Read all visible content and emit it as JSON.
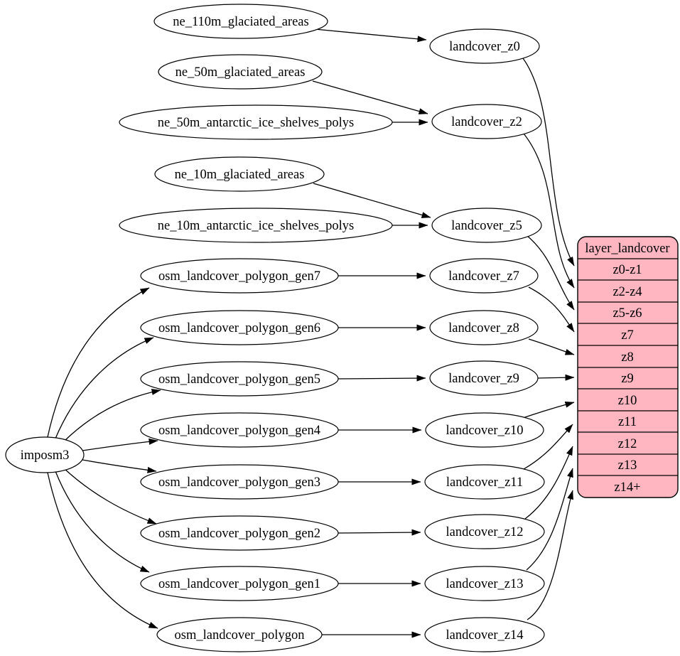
{
  "colors": {
    "table_fill": "#ffb6c1",
    "node_fill": "#ffffff",
    "line_color": "#000000"
  },
  "nodes": {
    "imposm3": "imposm3",
    "ne_110m_glaciated_areas": "ne_110m_glaciated_areas",
    "ne_50m_glaciated_areas": "ne_50m_glaciated_areas",
    "ne_50m_antarctic_ice_shelves_polys": "ne_50m_antarctic_ice_shelves_polys",
    "ne_10m_glaciated_areas": "ne_10m_glaciated_areas",
    "ne_10m_antarctic_ice_shelves_polys": "ne_10m_antarctic_ice_shelves_polys",
    "osm_landcover_polygon_gen7": "osm_landcover_polygon_gen7",
    "osm_landcover_polygon_gen6": "osm_landcover_polygon_gen6",
    "osm_landcover_polygon_gen5": "osm_landcover_polygon_gen5",
    "osm_landcover_polygon_gen4": "osm_landcover_polygon_gen4",
    "osm_landcover_polygon_gen3": "osm_landcover_polygon_gen3",
    "osm_landcover_polygon_gen2": "osm_landcover_polygon_gen2",
    "osm_landcover_polygon_gen1": "osm_landcover_polygon_gen1",
    "osm_landcover_polygon": "osm_landcover_polygon",
    "landcover_z0": "landcover_z0",
    "landcover_z2": "landcover_z2",
    "landcover_z5": "landcover_z5",
    "landcover_z7": "landcover_z7",
    "landcover_z8": "landcover_z8",
    "landcover_z9": "landcover_z9",
    "landcover_z10": "landcover_z10",
    "landcover_z11": "landcover_z11",
    "landcover_z12": "landcover_z12",
    "landcover_z13": "landcover_z13",
    "landcover_z14": "landcover_z14"
  },
  "table": {
    "title": "layer_landcover",
    "rows": [
      "z0-z1",
      "z2-z4",
      "z5-z6",
      "z7",
      "z8",
      "z9",
      "z10",
      "z11",
      "z12",
      "z13",
      "z14+"
    ]
  },
  "edges": [
    {
      "from": "imposm3",
      "to": "osm_landcover_polygon_gen7"
    },
    {
      "from": "imposm3",
      "to": "osm_landcover_polygon_gen6"
    },
    {
      "from": "imposm3",
      "to": "osm_landcover_polygon_gen5"
    },
    {
      "from": "imposm3",
      "to": "osm_landcover_polygon_gen4"
    },
    {
      "from": "imposm3",
      "to": "osm_landcover_polygon_gen3"
    },
    {
      "from": "imposm3",
      "to": "osm_landcover_polygon_gen2"
    },
    {
      "from": "imposm3",
      "to": "osm_landcover_polygon_gen1"
    },
    {
      "from": "imposm3",
      "to": "osm_landcover_polygon"
    },
    {
      "from": "ne_110m_glaciated_areas",
      "to": "landcover_z0"
    },
    {
      "from": "ne_50m_glaciated_areas",
      "to": "landcover_z2"
    },
    {
      "from": "ne_50m_antarctic_ice_shelves_polys",
      "to": "landcover_z2"
    },
    {
      "from": "ne_10m_glaciated_areas",
      "to": "landcover_z5"
    },
    {
      "from": "ne_10m_antarctic_ice_shelves_polys",
      "to": "landcover_z5"
    },
    {
      "from": "osm_landcover_polygon_gen7",
      "to": "landcover_z7"
    },
    {
      "from": "osm_landcover_polygon_gen6",
      "to": "landcover_z8"
    },
    {
      "from": "osm_landcover_polygon_gen5",
      "to": "landcover_z9"
    },
    {
      "from": "osm_landcover_polygon_gen4",
      "to": "landcover_z10"
    },
    {
      "from": "osm_landcover_polygon_gen3",
      "to": "landcover_z11"
    },
    {
      "from": "osm_landcover_polygon_gen2",
      "to": "landcover_z12"
    },
    {
      "from": "osm_landcover_polygon_gen1",
      "to": "landcover_z13"
    },
    {
      "from": "osm_landcover_polygon",
      "to": "landcover_z14"
    },
    {
      "from": "landcover_z0",
      "to": "layer_landcover:z0-z1"
    },
    {
      "from": "landcover_z2",
      "to": "layer_landcover:z2-z4"
    },
    {
      "from": "landcover_z5",
      "to": "layer_landcover:z5-z6"
    },
    {
      "from": "landcover_z7",
      "to": "layer_landcover:z7"
    },
    {
      "from": "landcover_z8",
      "to": "layer_landcover:z8"
    },
    {
      "from": "landcover_z9",
      "to": "layer_landcover:z9"
    },
    {
      "from": "landcover_z10",
      "to": "layer_landcover:z10"
    },
    {
      "from": "landcover_z11",
      "to": "layer_landcover:z11"
    },
    {
      "from": "landcover_z12",
      "to": "layer_landcover:z12"
    },
    {
      "from": "landcover_z13",
      "to": "layer_landcover:z13"
    },
    {
      "from": "landcover_z14",
      "to": "layer_landcover:z14+"
    }
  ]
}
